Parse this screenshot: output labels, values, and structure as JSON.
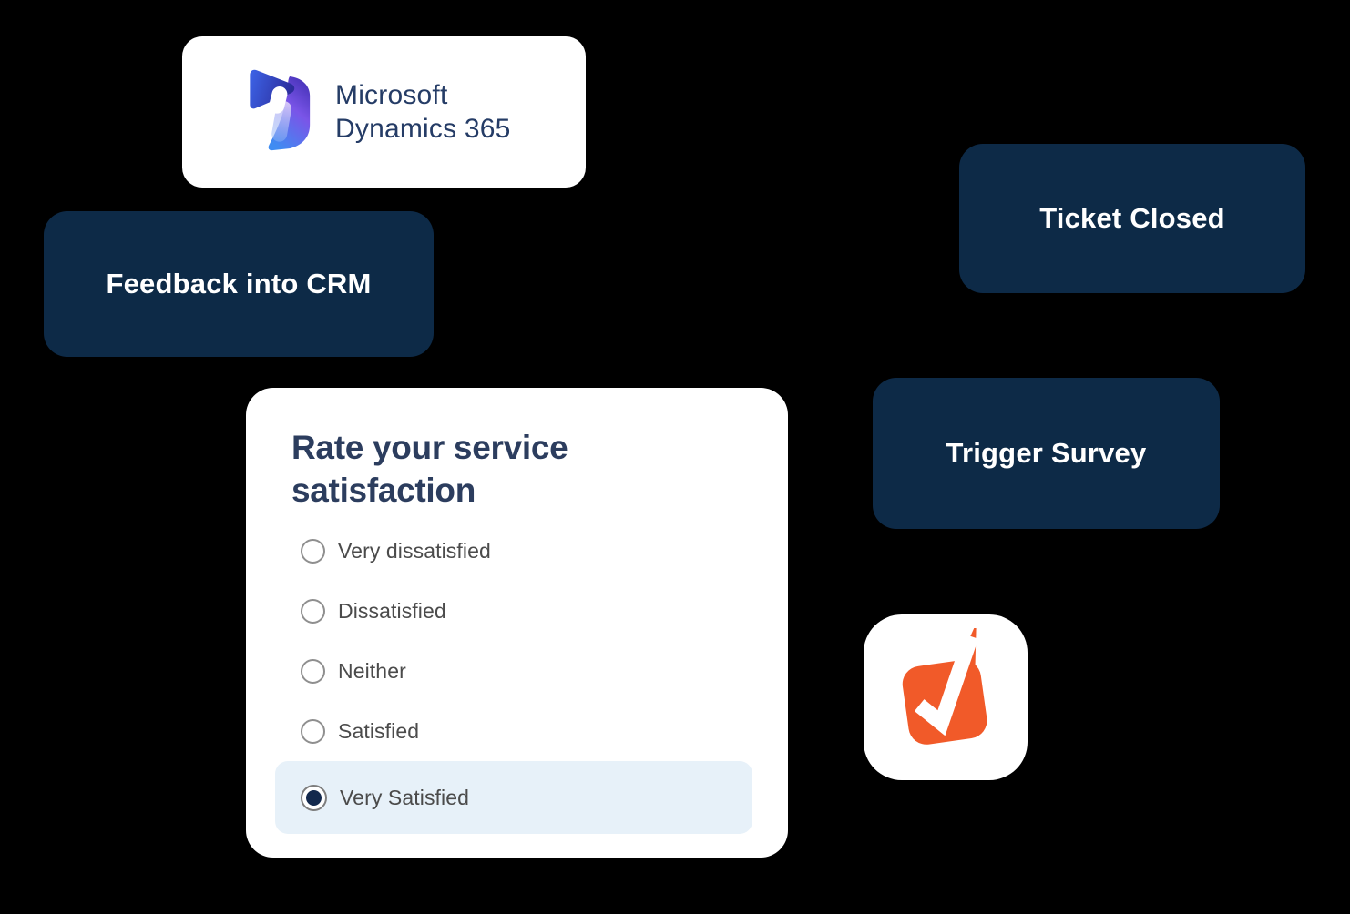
{
  "canvas": {
    "background": "#000000"
  },
  "colors": {
    "navy_card": "#0D2A47",
    "card_white": "#FFFFFF",
    "survey_title_text": "#2C3D5E",
    "option_text": "#4B4B4B",
    "selected_row_bg": "#E7F1F9",
    "radio_dot": "#13294D",
    "radio_border": "#8F8F8F",
    "brand_orange": "#F15A29",
    "dynamics_text": "#253C66",
    "dynamics_blue": "#3D64E8",
    "dynamics_indigo": "#2C2D9C",
    "dynamics_purple": "#7A55E8",
    "dynamics_light_blue": "#3F8CF2"
  },
  "dynamics_card": {
    "icon": "dynamics-365-icon",
    "name_line1": "Microsoft",
    "name_line2": "Dynamics 365"
  },
  "flow_labels": {
    "feedback": "Feedback into CRM",
    "ticket_closed": "Ticket Closed",
    "trigger_survey": "Trigger Survey"
  },
  "survey": {
    "title_line1": "Rate your service",
    "title_line2": "satisfaction",
    "options": [
      {
        "label": "Very dissatisfied",
        "selected": false
      },
      {
        "label": "Dissatisfied",
        "selected": false
      },
      {
        "label": "Neither",
        "selected": false
      },
      {
        "label": "Satisfied",
        "selected": false
      },
      {
        "label": "Very Satisfied",
        "selected": true
      }
    ]
  },
  "brand_badge": {
    "icon": "check-square-icon"
  }
}
